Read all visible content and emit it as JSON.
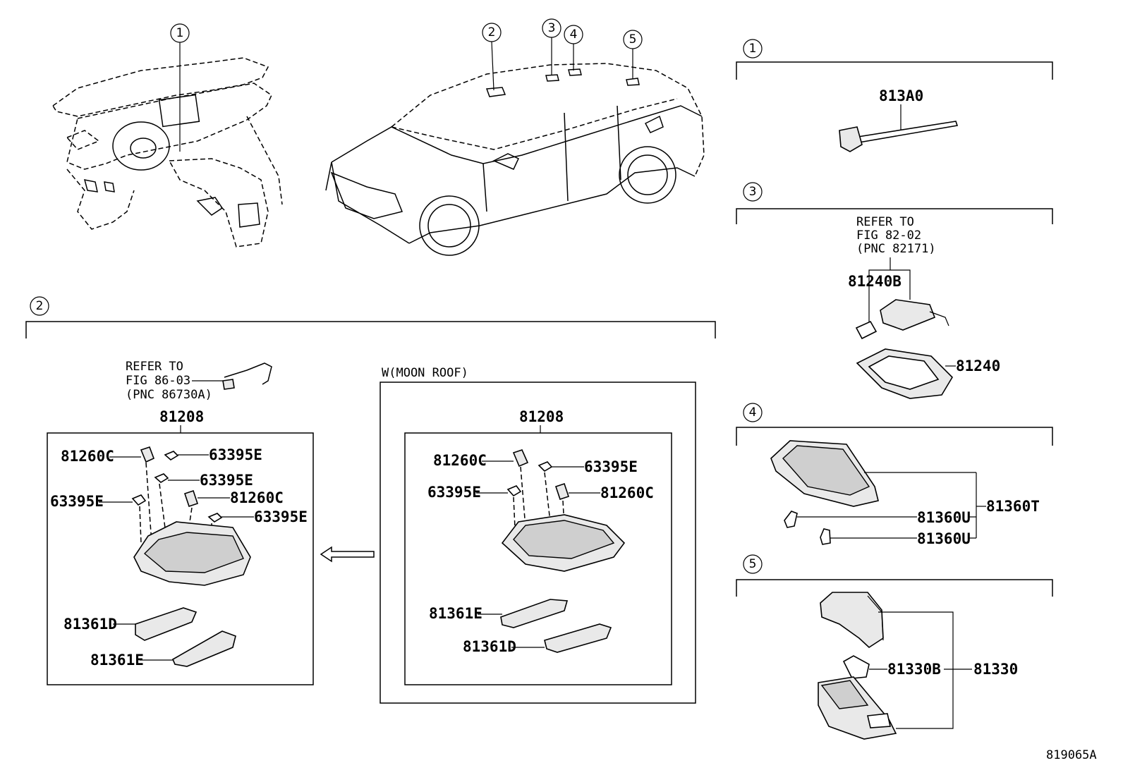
{
  "callouts": [
    "1",
    "2",
    "3",
    "4",
    "5"
  ],
  "diagram_id": "819065A",
  "section1": {
    "part_813A0": "813A0"
  },
  "section2": {
    "refer": [
      "REFER TO",
      "FIG 86-03",
      "(PNC 86730A)"
    ],
    "left": {
      "assembly": "81208",
      "p_81260C_a": "81260C",
      "p_63395E_a": "63395E",
      "p_63395E_b": "63395E",
      "p_63395E_c": "63395E",
      "p_81260C_b": "81260C",
      "p_63395E_d": "63395E",
      "p_81361D": "81361D",
      "p_81361E": "81361E"
    },
    "right": {
      "title": "W(MOON ROOF)",
      "assembly": "81208",
      "p_81260C_a": "81260C",
      "p_63395E_a": "63395E",
      "p_63395E_b": "63395E",
      "p_81260C_b": "81260C",
      "p_81361E": "81361E",
      "p_81361D": "81361D"
    }
  },
  "section3": {
    "refer": [
      "REFER TO",
      "FIG 82-02",
      "(PNC 82171)"
    ],
    "part_81240B": "81240B",
    "part_81240": "81240"
  },
  "section4": {
    "part_81360U_a": "81360U",
    "part_81360U_b": "81360U",
    "part_81360T": "81360T"
  },
  "section5": {
    "part_81330B": "81330B",
    "part_81330": "81330"
  }
}
